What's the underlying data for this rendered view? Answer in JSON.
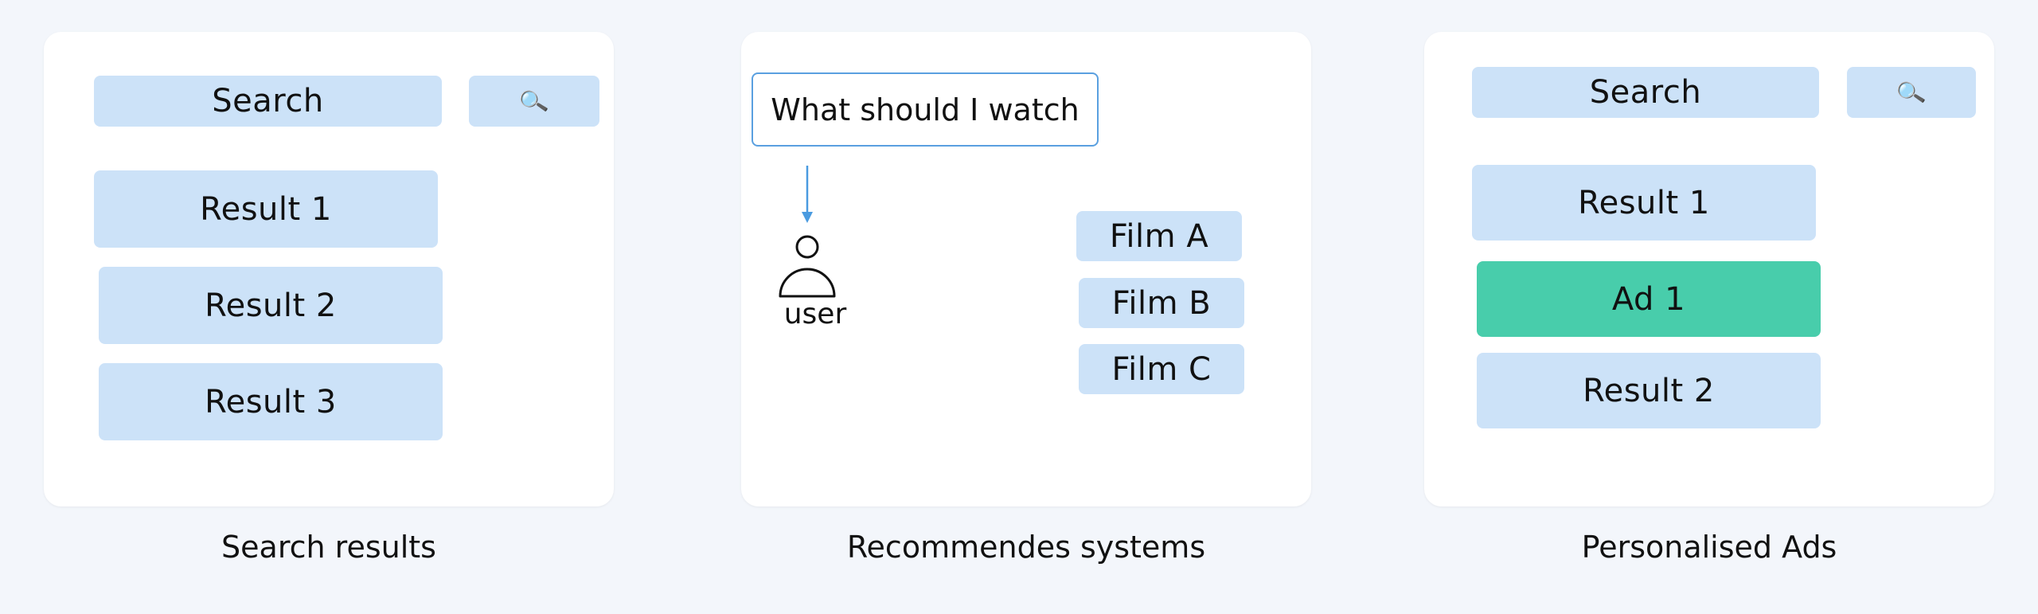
{
  "panels": {
    "search": {
      "search_label": "Search",
      "search_icon": "magnifier-icon",
      "results": [
        "Result 1",
        "Result 2",
        "Result 3"
      ],
      "caption": "Search results"
    },
    "recommender": {
      "query": "What should I watch",
      "user_label": "user",
      "films": [
        "Film A",
        "Film B",
        "Film C"
      ],
      "caption": "Recommendes systems",
      "arrow_color": "#4a9be0"
    },
    "ads": {
      "search_label": "Search",
      "search_icon": "magnifier-icon",
      "result_1": "Result 1",
      "ad_1": "Ad 1",
      "result_2": "Result 2",
      "caption": "Personalised Ads",
      "ad_color": "#48cdab"
    }
  },
  "colors": {
    "pill": "#cce2f8",
    "panel": "#ffffff",
    "background": "#f3f6fb"
  }
}
